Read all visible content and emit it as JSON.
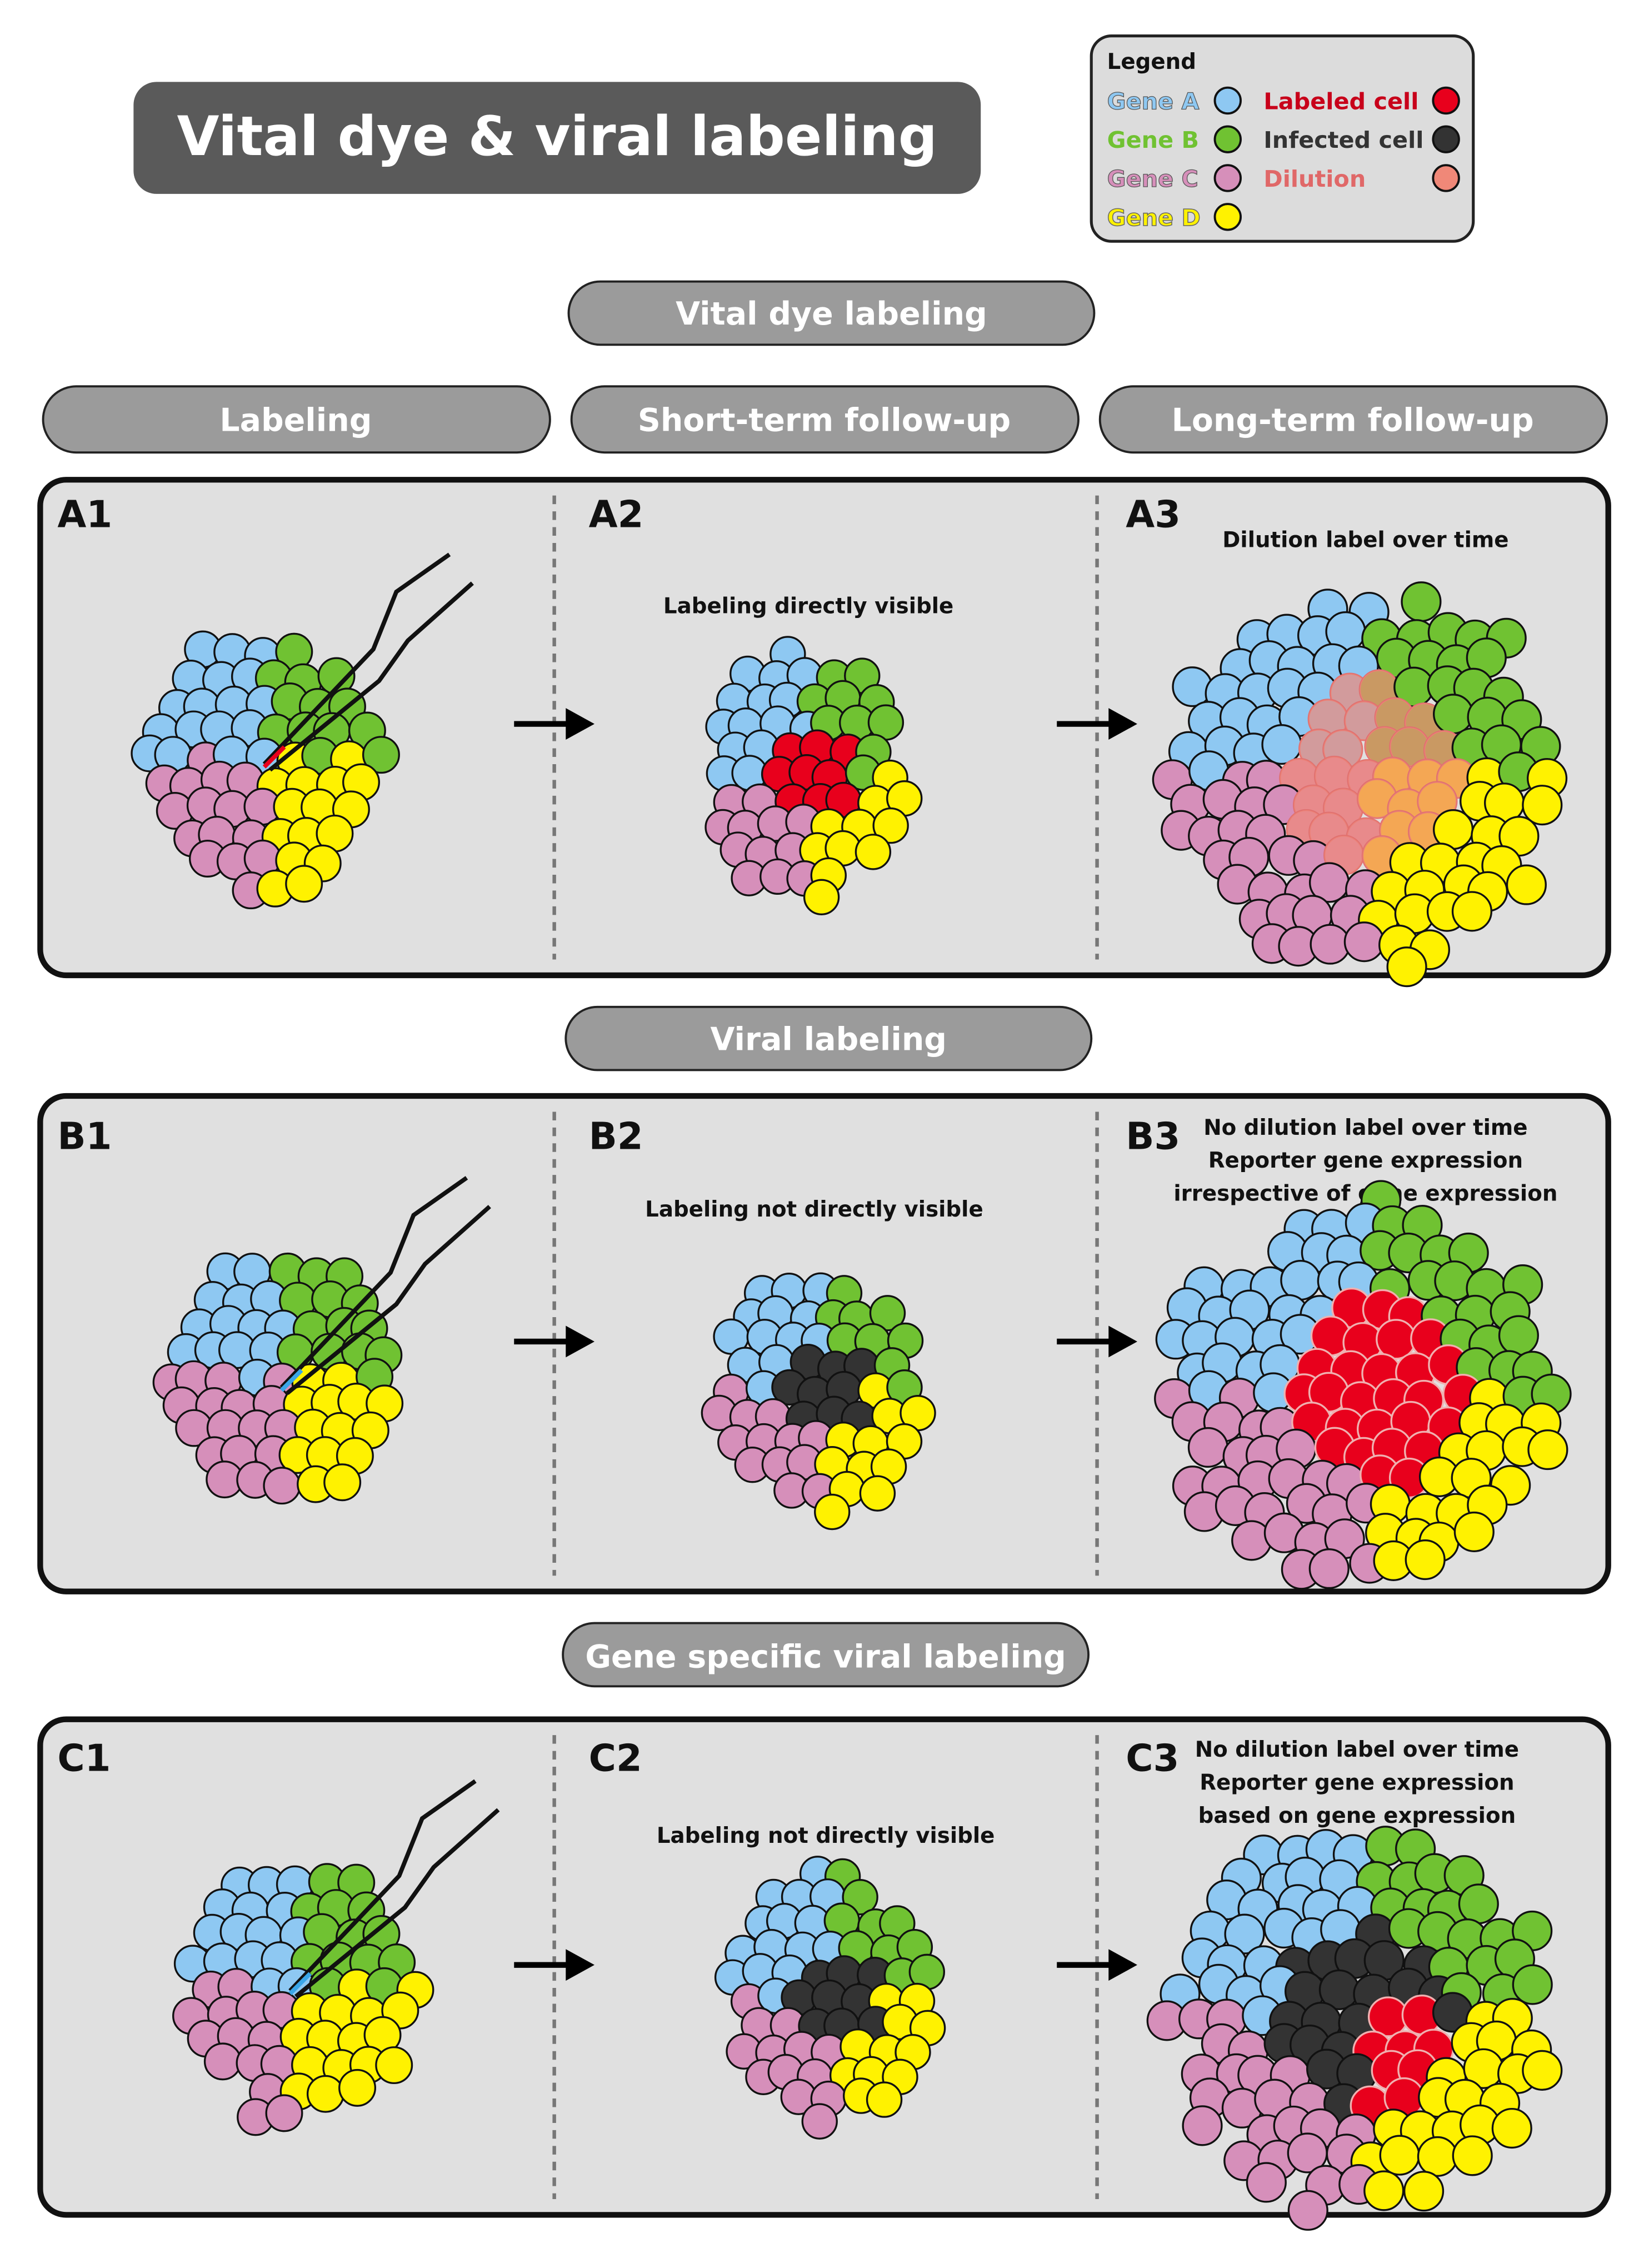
{
  "title": "Vital dye & viral labeling",
  "legend": {
    "heading": "Legend",
    "left_items": [
      {
        "label": "Gene A",
        "color": "#8ec8f2"
      },
      {
        "label": "Gene B",
        "color": "#70c232"
      },
      {
        "label": "Gene C",
        "color": "#d68fba"
      },
      {
        "label": "Gene D",
        "color": "#fff200"
      }
    ],
    "right_items": [
      {
        "label": "Labeled cell",
        "color": "#e8001c"
      },
      {
        "label": "Infected cell",
        "color": "#333333"
      },
      {
        "label": "Dilution",
        "color": "#f08878"
      }
    ]
  },
  "sections": [
    {
      "heading": "Vital dye labeling"
    },
    {
      "heading": "Viral labeling"
    },
    {
      "heading": "Gene specific viral labeling"
    }
  ],
  "columns": [
    "Labeling",
    "Short-term follow-up",
    "Long-term follow-up"
  ],
  "panels": [
    {
      "row": "A",
      "label1": "A1",
      "label2": "A2",
      "label3": "A3",
      "caption2": [
        "Labeling directly visible"
      ],
      "caption3": [
        "Dilution label over time"
      ]
    },
    {
      "row": "B",
      "label1": "B1",
      "label2": "B2",
      "label3": "B3",
      "caption2": [
        "Labeling not directly visible"
      ],
      "caption3": [
        "No dilution label over time",
        "Reporter gene expression",
        "irrespective of gene expression"
      ]
    },
    {
      "row": "C",
      "label1": "C1",
      "label2": "C2",
      "label3": "C3",
      "caption2": [
        "Labeling not directly visible"
      ],
      "caption3": [
        "No dilution label over time",
        "Reporter gene expression",
        "based on gene expression"
      ]
    }
  ],
  "colors": {
    "gene_a": "#8ec8f2",
    "gene_b": "#70c232",
    "gene_c": "#d68fba",
    "gene_d": "#fff200",
    "labeled": "#e8001c",
    "infected": "#333333",
    "dilution": "#f08878",
    "pill": "#9b9b9b",
    "title_box": "#5a5a5a",
    "panel_bg": "#e0e0e0"
  }
}
